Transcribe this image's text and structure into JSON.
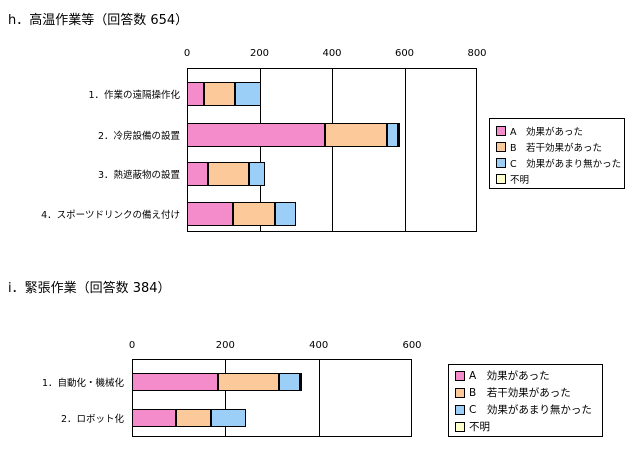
{
  "colors": {
    "A": "#f48ccc",
    "B": "#fbc99a",
    "C": "#9ccff8",
    "D": "#ffffcc"
  },
  "chart_data": [
    {
      "type": "bar",
      "orientation": "horizontal",
      "stacked": true,
      "title": "h．高温作業等（回答数 654）",
      "xlim": [
        0,
        800
      ],
      "ticks": [
        "0",
        "200",
        "400",
        "600",
        "800"
      ],
      "categories": [
        "1．作業の遠隔操作化",
        "2．冷房設備の設置",
        "3．熱遮蔽物の設置",
        "4．スポーツドリンクの備え付け"
      ],
      "series": [
        {
          "name": "A　効果があった",
          "values": [
            48,
            382,
            58,
            127
          ]
        },
        {
          "name": "B　若干効果があった",
          "values": [
            84,
            170,
            114,
            115
          ]
        },
        {
          "name": "C　効果があまり無かった",
          "values": [
            73,
            30,
            42,
            60
          ]
        },
        {
          "name": "不明",
          "values": [
            0,
            4,
            0,
            0
          ]
        }
      ],
      "legend": [
        "A　効果があった",
        "B　若干効果があった",
        "C　効果があまり無かった",
        "不明"
      ],
      "grid": true,
      "legend_position": "right"
    },
    {
      "type": "bar",
      "orientation": "horizontal",
      "stacked": true,
      "title": "i．緊張作業（回答数 384）",
      "xlim": [
        0,
        600
      ],
      "ticks": [
        "0",
        "200",
        "400",
        "600"
      ],
      "categories": [
        "1．自動化・機械化",
        "2．ロボット化"
      ],
      "series": [
        {
          "name": "A　効果があった",
          "values": [
            184,
            95
          ]
        },
        {
          "name": "B　若干効果があった",
          "values": [
            130,
            75
          ]
        },
        {
          "name": "C　効果があまり無かった",
          "values": [
            45,
            75
          ]
        },
        {
          "name": "不明",
          "values": [
            3,
            0
          ]
        }
      ],
      "legend": [
        "A　効果があった",
        "B　若干効果があった",
        "C　効果があまり無かった",
        "不明"
      ],
      "grid": true,
      "legend_position": "right"
    }
  ]
}
